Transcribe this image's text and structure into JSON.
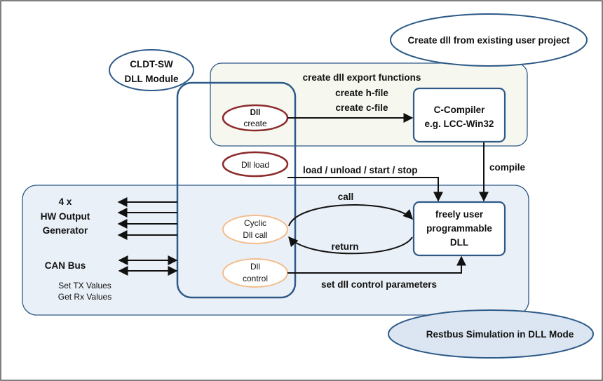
{
  "colors": {
    "border": "#2e5a88",
    "restbus_fill": "#eaf0f7",
    "create_fill": "#f6f7ef",
    "dark_red_ellipse": "#8b2a2a",
    "peach_ellipse": "#f3bd8c",
    "restbus_label_fill": "#dce6f2"
  },
  "labels": {
    "create_dll_project": "Create dll from existing user project",
    "cldt_line1": "CLDT-SW",
    "cldt_line2": "DLL Module",
    "restbus_label": "Restbus Simulation in DLL Mode"
  },
  "export_functions": {
    "line1": "create dll export functions",
    "line2": "create h-file",
    "line3": "create c-file"
  },
  "compiler": {
    "line1": "C-Compiler",
    "line2": "e.g. LCC-Win32"
  },
  "user_dll": {
    "line1": "freely user",
    "line2": "programmable",
    "line3": "DLL"
  },
  "ellipses": {
    "dll_create_1": "Dll",
    "dll_create_2": "create",
    "dll_load": "Dll load",
    "cyclic_1": "Cyclic",
    "cyclic_2": "Dll call",
    "control_1": "Dll",
    "control_2": "control"
  },
  "arrows": {
    "compile": "compile",
    "load_unload": "load / unload / start / stop",
    "call": "call",
    "return": "return",
    "set_params": "set dll control parameters"
  },
  "left_labels": {
    "hw_1": "4 x",
    "hw_2": "HW Output",
    "hw_3": "Generator",
    "can_bus": "CAN Bus",
    "set_tx": "Set TX Values",
    "get_rx": "Get Rx Values"
  }
}
